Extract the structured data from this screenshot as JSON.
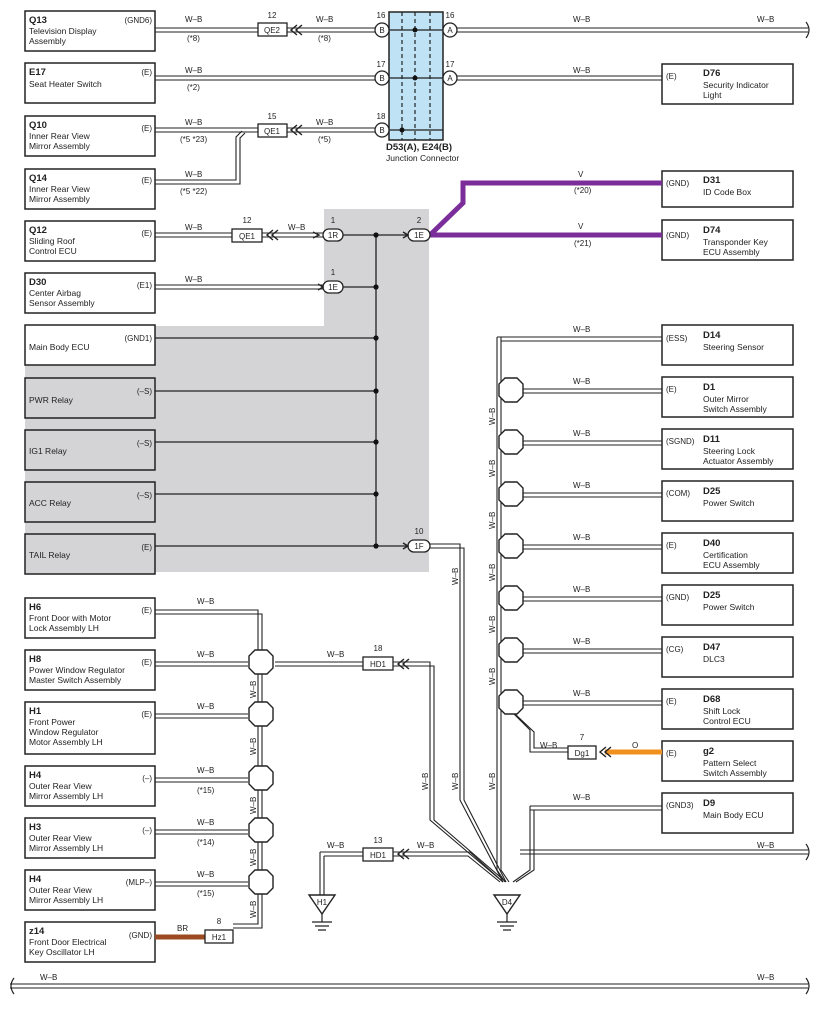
{
  "left_components": [
    {
      "code": "Q13",
      "name": [
        "Television Display",
        "Assembly"
      ],
      "pin": "(GND6)",
      "shaded": false
    },
    {
      "code": "E17",
      "name": [
        "Seat Heater Switch"
      ],
      "pin": "(E)",
      "shaded": false
    },
    {
      "code": "Q10",
      "name": [
        "Inner Rear View",
        "Mirror Assembly"
      ],
      "pin": "(E)",
      "shaded": false
    },
    {
      "code": "Q14",
      "name": [
        "Inner Rear View",
        "Mirror Assembly"
      ],
      "pin": "(E)",
      "shaded": false
    },
    {
      "code": "Q12",
      "name": [
        "Sliding Roof",
        "Control ECU"
      ],
      "pin": "(E)",
      "shaded": false
    },
    {
      "code": "D30",
      "name": [
        "Center Airbag",
        "Sensor Assembly"
      ],
      "pin": "(E1)",
      "shaded": false
    },
    {
      "code": "",
      "name": [
        "Main Body ECU"
      ],
      "pin": "(GND1)",
      "shaded": false
    },
    {
      "code": "",
      "name": [
        "PWR Relay"
      ],
      "pin": "(–S)",
      "shaded": true
    },
    {
      "code": "",
      "name": [
        "IG1 Relay"
      ],
      "pin": "(–S)",
      "shaded": true
    },
    {
      "code": "",
      "name": [
        "ACC Relay"
      ],
      "pin": "(–S)",
      "shaded": true
    },
    {
      "code": "",
      "name": [
        "TAIL Relay"
      ],
      "pin": "(E)",
      "shaded": true
    },
    {
      "code": "H6",
      "name": [
        "Front Door with Motor",
        "Lock Assembly LH"
      ],
      "pin": "(E)",
      "shaded": false
    },
    {
      "code": "H8",
      "name": [
        "Power Window Regulator",
        "Master Switch Assembly"
      ],
      "pin": "(E)",
      "shaded": false
    },
    {
      "code": "H1",
      "name": [
        "Front Power",
        "Window Regulator",
        "Motor Assembly LH"
      ],
      "pin": "(E)",
      "shaded": false
    },
    {
      "code": "H4",
      "name": [
        "Outer Rear View",
        "Mirror Assembly LH"
      ],
      "pin": "(–)",
      "shaded": false
    },
    {
      "code": "H3",
      "name": [
        "Outer Rear View",
        "Mirror Assembly LH"
      ],
      "pin": "(–)",
      "shaded": false
    },
    {
      "code": "H4",
      "name": [
        "Outer Rear View",
        "Mirror Assembly LH"
      ],
      "pin": "(MLP–)",
      "shaded": false
    },
    {
      "code": "z14",
      "name": [
        "Front Door Electrical",
        "Key Oscillator LH"
      ],
      "pin": "(GND)",
      "shaded": false
    }
  ],
  "right_components": [
    {
      "code": "D76",
      "name": [
        "Security Indicator",
        "Light"
      ],
      "pin": "(E)"
    },
    {
      "code": "D31",
      "name": [
        "ID Code Box"
      ],
      "pin": "(GND)"
    },
    {
      "code": "D74",
      "name": [
        "Transponder Key",
        "ECU Assembly"
      ],
      "pin": "(GND)"
    },
    {
      "code": "D14",
      "name": [
        "Steering Sensor"
      ],
      "pin": "(ESS)"
    },
    {
      "code": "D1",
      "name": [
        "Outer Mirror",
        "Switch Assembly"
      ],
      "pin": "(E)"
    },
    {
      "code": "D11",
      "name": [
        "Steering Lock",
        "Actuator Assembly"
      ],
      "pin": "(SGND)"
    },
    {
      "code": "D25",
      "name": [
        "Power Switch"
      ],
      "pin": "(COM)"
    },
    {
      "code": "D40",
      "name": [
        "Certification",
        "ECU Assembly"
      ],
      "pin": "(E)"
    },
    {
      "code": "D25",
      "name": [
        "Power Switch"
      ],
      "pin": "(GND)"
    },
    {
      "code": "D47",
      "name": [
        "DLC3"
      ],
      "pin": "(CG)"
    },
    {
      "code": "D68",
      "name": [
        "Shift Lock",
        "Control ECU"
      ],
      "pin": "(E)"
    },
    {
      "code": "g2",
      "name": [
        "Pattern Select",
        "Switch Assembly"
      ],
      "pin": "(E)"
    },
    {
      "code": "D9",
      "name": [
        "Main Body ECU"
      ],
      "pin": "(GND3)"
    }
  ],
  "inline_connectors": [
    {
      "num": "12",
      "name": "QE2"
    },
    {
      "num": "15",
      "name": "QE1"
    },
    {
      "num": "12",
      "name": "QE1"
    },
    {
      "num": "18",
      "name": "HD1"
    },
    {
      "num": "13",
      "name": "HD1"
    },
    {
      "num": "8",
      "name": "Hz1"
    },
    {
      "num": "7",
      "name": "Dg1"
    }
  ],
  "junction_connector": {
    "code": "D53(A), E24(B)",
    "name": "Junction Connector",
    "left_pins": [
      {
        "num": "16",
        "letter": "B"
      },
      {
        "num": "17",
        "letter": "B"
      },
      {
        "num": "18",
        "letter": "B"
      }
    ],
    "right_pins": [
      {
        "num": "16",
        "letter": "A"
      },
      {
        "num": "17",
        "letter": "A"
      }
    ]
  },
  "splice_pins": [
    {
      "num": "1",
      "name": "1R"
    },
    {
      "num": "2",
      "name": "1E"
    },
    {
      "num": "1",
      "name": "1E"
    },
    {
      "num": "10",
      "name": "1F"
    }
  ],
  "grounds": [
    {
      "label": "H1"
    },
    {
      "label": "D4"
    }
  ],
  "wire_labels": {
    "wb": "W–B",
    "v": "V",
    "br": "BR",
    "o": "O",
    "notes": [
      "(*8)",
      "(*8)",
      "(*2)",
      "(*5 *23)",
      "(*5)",
      "(*5 *22)",
      "(*20)",
      "(*21)",
      "(*15)",
      "(*14)",
      "(*15)"
    ]
  },
  "colors": {
    "violet": "#7b2d9a",
    "brown": "#9b4a22",
    "orange": "#f0901e",
    "shade": "#d4d4d6",
    "junction": "#bfe3f5"
  }
}
